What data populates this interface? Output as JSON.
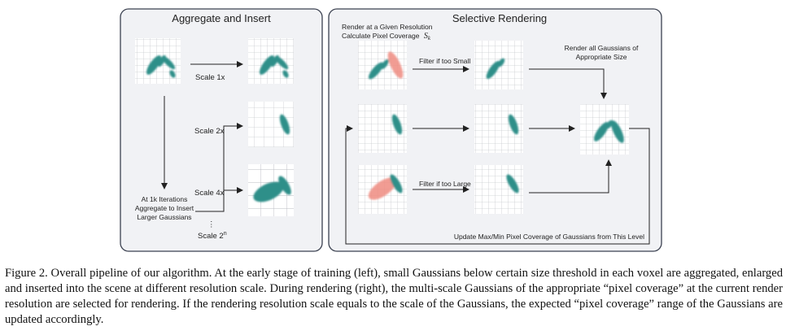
{
  "panels": {
    "left_title": "Aggregate and Insert",
    "right_title": "Selective Rendering"
  },
  "left": {
    "scale_1": "Scale 1x",
    "scale_2": "Scale 2x",
    "scale_4": "Scale 4x",
    "dots": "⋮",
    "scale_n_base": "Scale 2",
    "scale_n_exp": "n",
    "aggregate_note": [
      "At 1k Iterations",
      "Aggregate to Insert",
      "Larger Gaussians"
    ]
  },
  "right": {
    "render_note_line1": "Render at a Given Resolution",
    "render_note_line2": "Calculate Pixel Coverage",
    "coverage_symbol": "S",
    "coverage_sub": "k",
    "filter_small": "Filter if too Small",
    "filter_large": "Filter if too Large",
    "render_all": [
      "Render all Gaussians of",
      "Appropriate Size"
    ],
    "update_note": "Update Max/Min Pixel Coverage of Gaussians from This Level"
  },
  "colors": {
    "teal": "#2f8f89",
    "salmon": "#ef8b80",
    "panel_bg": "#f1f2f5",
    "panel_border": "#3b4150",
    "grid_line": "#c9cbd0"
  },
  "caption": "Figure 2. Overall pipeline of our algorithm. At the early stage of training (left), small Gaussians below certain size threshold in each voxel are aggregated, enlarged and inserted into the scene at different resolution scale. During rendering (right), the multi-scale Gaussians of the appropriate “pixel coverage” at the current render resolution are selected for rendering. If the rendering resolution scale equals to the scale of the Gaussians, the expected “pixel coverage” range of the Gaussians are updated accordingly."
}
